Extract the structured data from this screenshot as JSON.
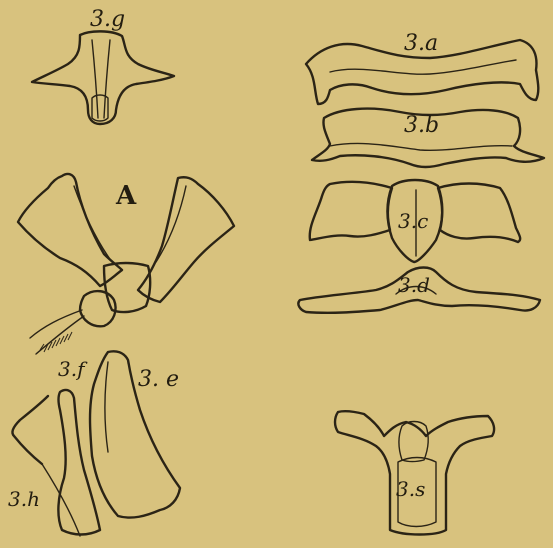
{
  "figure_labels": {
    "fig_3g": "3.g",
    "fig_3a": "3.a",
    "fig_3b": "3.b",
    "fig_3c": "3.c",
    "fig_3d": "3.d",
    "fig_A": "A",
    "fig_3f": "3.f",
    "fig_3e": "3. e",
    "fig_3h": "3.h",
    "fig_3s": "3.s"
  },
  "colors": {
    "paper": "#d8c27e",
    "ink": "#2b2416"
  }
}
